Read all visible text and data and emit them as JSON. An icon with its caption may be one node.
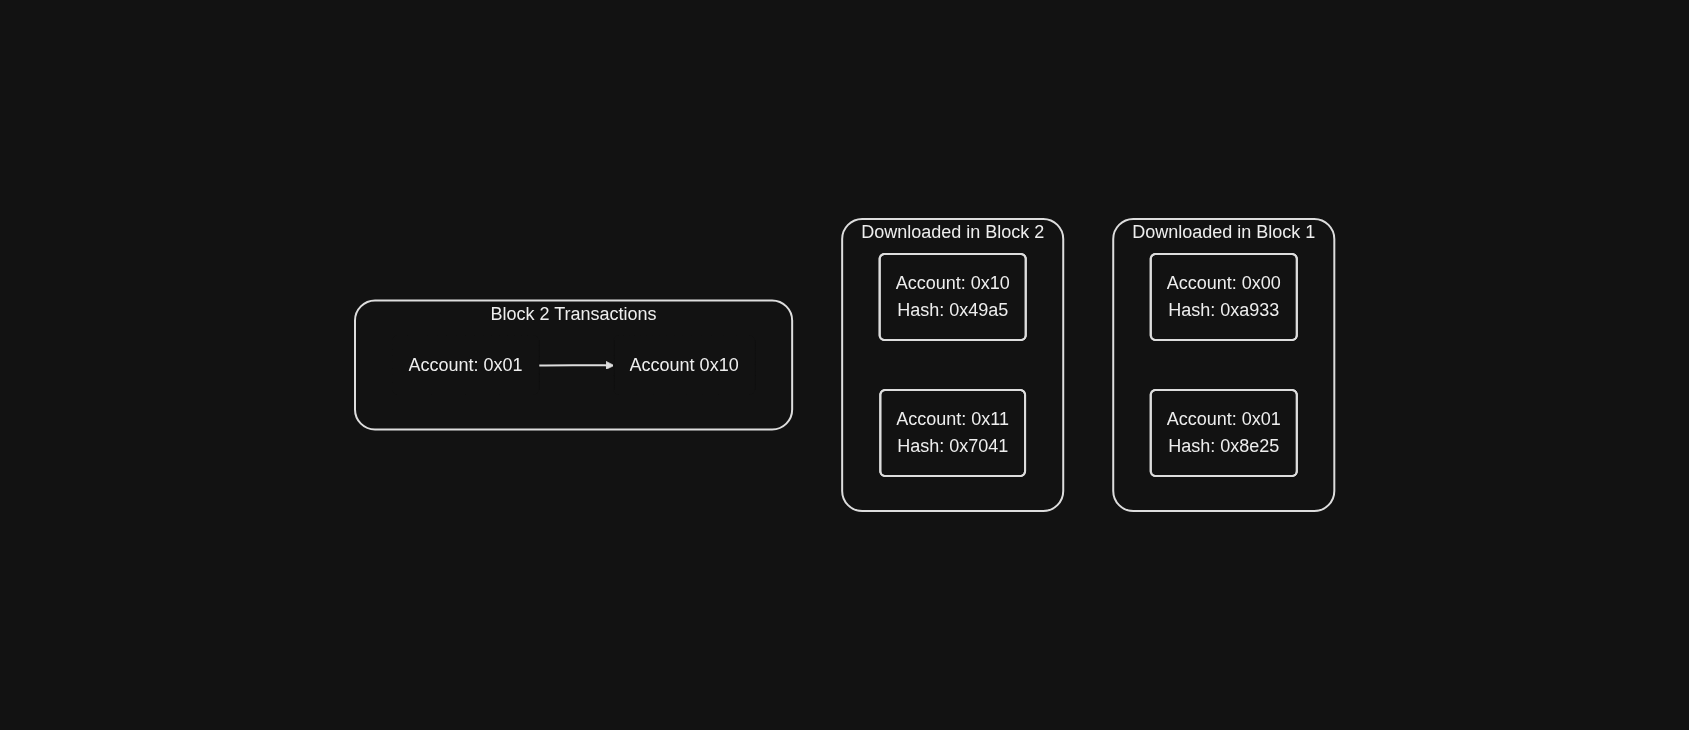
{
  "diagram": {
    "nodes": [
      {
        "text": [
          "Downloaded in Block 1"
        ]
      },
      {
        "text": [
          "Account: 0x00",
          "Hash: 0xa933"
        ],
        "in": 0
      },
      {
        "text": [
          "Account: 0x01",
          "Hash: 0x8e25"
        ],
        "in": 0
      },
      {
        "text": [
          "Downloaded in Block 2"
        ]
      },
      {
        "text": [
          "Account: 0x10",
          "Hash: 0x49a5"
        ],
        "in": 3
      },
      {
        "text": [
          "Account: 0x11",
          "Hash: 0x7041"
        ],
        "in": 3
      },
      {
        "text": [
          "Block 2 Transactions"
        ]
      },
      {
        "text": [
          "Account: 0x01"
        ],
        "in": 6
      },
      {
        "text": [
          "Account 0x10"
        ],
        "in": 6
      }
    ],
    "edges": [
      {
        "from": 7,
        "to": 8,
        "arrow": "to"
      }
    ]
  }
}
